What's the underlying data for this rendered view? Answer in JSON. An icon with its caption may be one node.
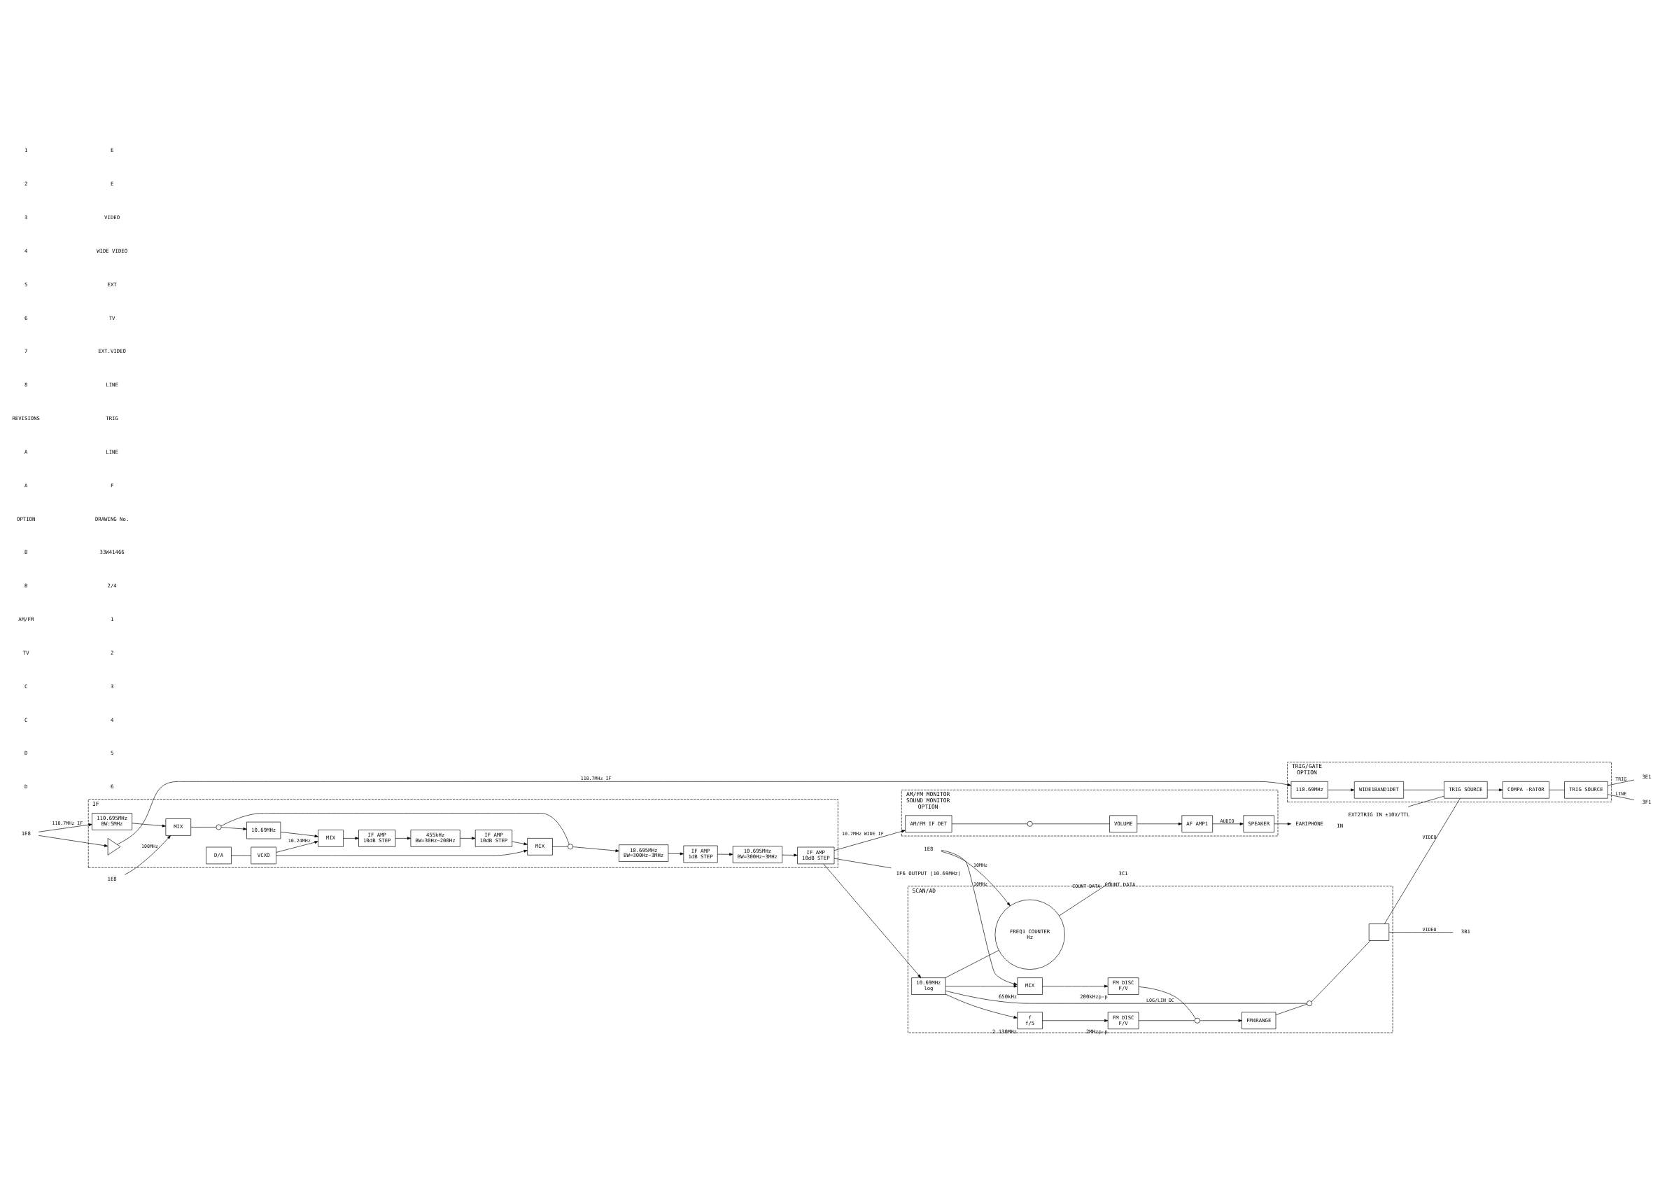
{
  "diagram": {
    "nodes": [
      {
        "text": [
          "IF"
        ]
      },
      {
        "text": [
          "1E8"
        ]
      },
      {
        "text": [
          "1E8"
        ]
      },
      {
        "text": [
          "1E8"
        ]
      },
      {
        "text": [
          "110.695MHz",
          "BW:5MHz"
        ],
        "in": 0
      },
      {
        "text": [
          "MIX"
        ],
        "in": 0
      },
      {
        "text": [],
        "shape": "triangle",
        "in": 0
      },
      {
        "text": [],
        "shape": "switch",
        "in": 0
      },
      {
        "text": [],
        "shape": "switch",
        "in": 0
      },
      {
        "text": [
          "10.695MHz",
          "BW=300Hz~3MHz"
        ],
        "in": 0
      },
      {
        "text": [
          "IF AMP",
          "1dB STEP"
        ],
        "in": 0
      },
      {
        "text": [
          "10.695MHz",
          "BW=300Hz~3MHz"
        ],
        "in": 0
      },
      {
        "text": [
          "IF AMP",
          "10dB STEP"
        ],
        "in": 0
      },
      {
        "text": [
          "10.69MHz"
        ],
        "in": 0
      },
      {
        "text": [
          "MIX"
        ],
        "in": 0
      },
      {
        "text": [
          "IF AMP",
          "10dB STEP"
        ],
        "in": 0
      },
      {
        "text": [
          "455kHz",
          "BW=30Hz~200Hz"
        ],
        "in": 0
      },
      {
        "text": [
          "IF AMP",
          "10dB STEP"
        ],
        "in": 0
      },
      {
        "text": [
          "MIX"
        ],
        "in": 0
      },
      {
        "text": [
          "VCXO"
        ],
        "in": 0
      },
      {
        "text": [
          "D/A"
        ],
        "in": 0
      },
      {
        "text": [
          "IF6 OUTPUT (10.69MHz)"
        ]
      },
      {
        "text": [
          "SCAN/AD"
        ]
      },
      {
        "text": [
          "10.69MHz",
          "log"
        ],
        "in": 22
      },
      {
        "text": [
          "f",
          "f/5"
        ],
        "beside": [
          "2.130MHz"
        ],
        "in": 22
      },
      {
        "text": [
          "FM DISC",
          "F/V"
        ],
        "beside": [
          "2MHzp-p"
        ],
        "in": 22
      },
      {
        "text": [
          "MIX"
        ],
        "beside": [
          "650kHz"
        ],
        "in": 22
      },
      {
        "text": [
          "FM DISC",
          "F/V"
        ],
        "beside": [
          "200kHzp-p"
        ],
        "in": 22
      },
      {
        "text": [],
        "shape": "switch",
        "in": 22
      },
      {
        "text": [
          "FM4RANGE"
        ],
        "in": 22
      },
      {
        "text": [],
        "shape": "switch",
        "in": 22
      },
      {
        "text": [],
        "shape": "box",
        "in": 22
      },
      {
        "text": [
          "FREQ1 COUNTER",
          "Hz"
        ],
        "in": 22
      },
      {
        "text": [
          "3B1"
        ]
      },
      {
        "text": [
          "3C1"
        ],
        "beside": [
          "COUNT DATA"
        ]
      },
      {
        "text": [
          "AM/FM MONITOR",
          "SOUND MONITOR",
          "OPTION"
        ]
      },
      {
        "text": [
          "AM/FM IF DET"
        ],
        "in": 35
      },
      {
        "text": [],
        "shape": "switch",
        "in": 35
      },
      {
        "text": [
          "VOLUME"
        ],
        "in": 35
      },
      {
        "text": [
          "AF AMP1"
        ],
        "in": 35
      },
      {
        "text": [
          "SPEAKER"
        ],
        "in": 35
      },
      {
        "text": [
          "EARIPHONE"
        ]
      },
      {
        "text": [
          "TRIG/GATE",
          "OPTION"
        ]
      },
      {
        "text": [
          "110.69MHz"
        ],
        "in": 42
      },
      {
        "text": [
          "WIDE1BAND1DET"
        ],
        "in": 42
      },
      {
        "text": [
          "TRIG SOURCE"
        ],
        "in": 42
      },
      {
        "text": [
          "COMPA -RATOR"
        ],
        "in": 42
      },
      {
        "text": [
          "TRIG SOURCE"
        ],
        "in": 42
      },
      {
        "text": [
          "EXT2TRIG IN ±10V/TTL"
        ],
        "beside": [
          "IN"
        ]
      },
      {
        "text": [
          "3E1"
        ]
      },
      {
        "text": [
          "3F1"
        ]
      }
    ],
    "edges": [
      {
        "from": 1,
        "to": 4,
        "arrow": "to",
        "label": "110.7MHz IF"
      },
      {
        "from": 4,
        "to": 5,
        "arrow": "to"
      },
      {
        "from": 1,
        "to": 6,
        "arrow": "to"
      },
      {
        "from": 2,
        "to": 5,
        "arrow": "to",
        "label": "100MHz"
      },
      {
        "from": 6,
        "to": 43,
        "arrow": "to",
        "label": "110.7MHz IF"
      },
      {
        "from": 5,
        "to": 7,
        "arrow": "none"
      },
      {
        "from": 7,
        "to": 8,
        "arrow": "none"
      },
      {
        "from": 7,
        "to": 13,
        "arrow": "to"
      },
      {
        "from": 18,
        "to": 8,
        "arrow": "none"
      },
      {
        "from": 8,
        "to": 9,
        "arrow": "to"
      },
      {
        "from": 9,
        "to": 10,
        "arrow": "to"
      },
      {
        "from": 10,
        "to": 11,
        "arrow": "to"
      },
      {
        "from": 11,
        "to": 12,
        "arrow": "to"
      },
      {
        "from": 12,
        "to": 23,
        "arrow": "to"
      },
      {
        "from": 12,
        "to": 21,
        "arrow": "none"
      },
      {
        "from": 12,
        "to": 36,
        "arrow": "to",
        "label": "10.7MHz WIDE IF"
      },
      {
        "from": 13,
        "to": 14,
        "arrow": "to"
      },
      {
        "from": 14,
        "to": 15,
        "arrow": "to"
      },
      {
        "from": 15,
        "to": 16,
        "arrow": "to"
      },
      {
        "from": 16,
        "to": 17,
        "arrow": "to"
      },
      {
        "from": 17,
        "to": 18,
        "arrow": "to"
      },
      {
        "from": 19,
        "to": 14,
        "arrow": "to",
        "label": "10.24MHz"
      },
      {
        "from": 19,
        "to": 18,
        "arrow": "to"
      },
      {
        "from": 20,
        "to": 19,
        "arrow": "none"
      },
      {
        "from": 3,
        "to": 26,
        "arrow": "to",
        "label": "10MHz"
      },
      {
        "from": 3,
        "to": 32,
        "arrow": "to",
        "label": "10MHz"
      },
      {
        "from": 23,
        "to": 30,
        "arrow": "none",
        "label": "LOG/LIN DC"
      },
      {
        "from": 23,
        "to": 24,
        "arrow": "to"
      },
      {
        "from": 23,
        "to": 26,
        "arrow": "to"
      },
      {
        "from": 23,
        "to": 32,
        "arrow": "none"
      },
      {
        "from": 24,
        "to": 25,
        "arrow": "to"
      },
      {
        "from": 26,
        "to": 27,
        "arrow": "to"
      },
      {
        "from": 25,
        "to": 28,
        "arrow": "none"
      },
      {
        "from": 27,
        "to": 28,
        "arrow": "none"
      },
      {
        "from": 28,
        "to": 29,
        "arrow": "to"
      },
      {
        "from": 29,
        "to": 30,
        "arrow": "none"
      },
      {
        "from": 30,
        "to": 31,
        "arrow": "none"
      },
      {
        "from": 31,
        "to": 33,
        "arrow": "none",
        "label": "VIDEO"
      },
      {
        "from": 32,
        "to": 34,
        "arrow": "none",
        "label": "COUNT DATA"
      },
      {
        "from": 31,
        "to": 45,
        "arrow": "none",
        "label": "VIDEO"
      },
      {
        "from": 36,
        "to": 37,
        "arrow": "none"
      },
      {
        "from": 37,
        "to": 38,
        "arrow": "none"
      },
      {
        "from": 38,
        "to": 39,
        "arrow": "to"
      },
      {
        "from": 39,
        "to": 40,
        "arrow": "to",
        "label": "AUDIO"
      },
      {
        "from": 40,
        "to": 41,
        "arrow": "to"
      },
      {
        "from": 43,
        "to": 44,
        "arrow": "to"
      },
      {
        "from": 44,
        "to": 45,
        "arrow": "none"
      },
      {
        "from": 48,
        "to": 45,
        "arrow": "none"
      },
      {
        "from": 45,
        "to": 46,
        "arrow": "to"
      },
      {
        "from": 46,
        "to": 47,
        "arrow": "none"
      },
      {
        "from": 47,
        "to": 49,
        "arrow": "none",
        "label": "TRIG"
      },
      {
        "from": 47,
        "to": 50,
        "arrow": "none",
        "label": "LINE"
      }
    ],
    "labels": [
      "1",
      "2",
      "3",
      "4",
      "5",
      "6",
      "7",
      "8",
      "REVISIONS",
      "A",
      "A",
      "OPTION",
      "B",
      "B",
      "AM/FM",
      "TV",
      "C",
      "C",
      "D",
      "D",
      "E",
      "E",
      "VIDEO",
      "WIDE VIDEO",
      "EXT",
      "TV",
      "EXT.VIDEO",
      "LINE",
      "TRIG",
      "LINE",
      "F",
      "DRAWING No.",
      "33W41466",
      "2/4",
      "1",
      "2",
      "3",
      "4",
      "5",
      "6"
    ]
  }
}
